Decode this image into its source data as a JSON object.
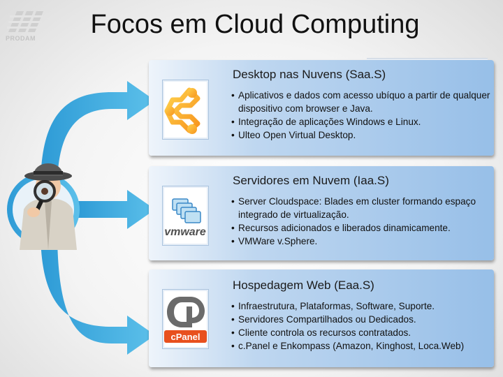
{
  "header": {
    "title": "Focos em Cloud Computing",
    "logo_text": "PRODAM"
  },
  "cards": [
    {
      "title": "Desktop nas Nuvens (Saa.S)",
      "icon": "ulteo-logo-icon",
      "bullets": [
        "Aplicativos e dados com acesso ubíquo a partir de qualquer dispositivo com browser e Java.",
        "Integração de aplicações Windows e Linux.",
        "Ulteo Open Virtual Desktop."
      ]
    },
    {
      "title": "Servidores em Nuvem (Iaa.S)",
      "icon": "vmware-logo-icon",
      "icon_text": "vmware",
      "bullets": [
        "Server Cloudspace: Blades em cluster formando espaço integrado de virtualização.",
        "Recursos adicionados e liberados dinamicamente.",
        "VMWare v.Sphere."
      ]
    },
    {
      "title": "Hospedagem Web (Eaa.S)",
      "icon": "cpanel-logo-icon",
      "icon_text": "cPanel",
      "bullets": [
        "Infraestrutura, Plataformas, Software, Suporte.",
        "Servidores Compartilhados ou Dedicados.",
        "Cliente controla os recursos contratados.",
        "c.Panel e Enkompass  (Amazon, Kinghost, Loca.Web)"
      ]
    }
  ],
  "colors": {
    "arrow": "#35a8dc",
    "card_gradient_end": "#97bfe8",
    "ulteo_orange": "#f7941d",
    "cpanel_red": "#e8501e"
  }
}
